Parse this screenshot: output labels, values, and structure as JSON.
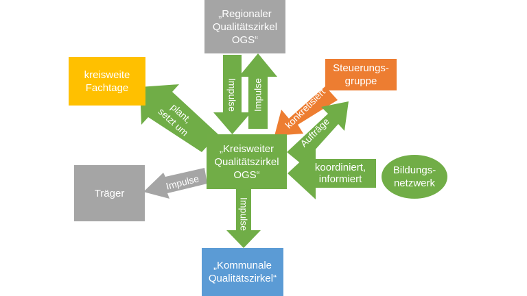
{
  "colors": {
    "green": "#71ad47",
    "green_arrow": "#70ad47",
    "gray": "#a5a5a5",
    "orange": "#ed7d31",
    "gold": "#ffc000",
    "blue": "#5b9bd5",
    "text": "#ffffff"
  },
  "nodes": {
    "center": "„Kreisweiter\nQualitätszirkel\nOGS“",
    "regional": "„Regionaler\nQualitätszirkel\nOGS“",
    "fachtage": "kreisweite\nFachtage",
    "steuerung": "Steuerungs-\ngruppe",
    "traeger": "Träger",
    "bildung": "Bildungs-\nnetzwerk",
    "kommunal": "„Kommunale\nQualitätszirkel“"
  },
  "arrows": {
    "impulse_down": "Impulse",
    "impulse_up": "Impulse",
    "plant": "plant,\nsetzt um",
    "konkretisiert": "konkretisiert",
    "auftraege": "Aufträge",
    "koordiniert": "koordiniert,\ninformiert",
    "impulse_traeger": "Impulse",
    "impulse_kommunal": "Impulse"
  }
}
